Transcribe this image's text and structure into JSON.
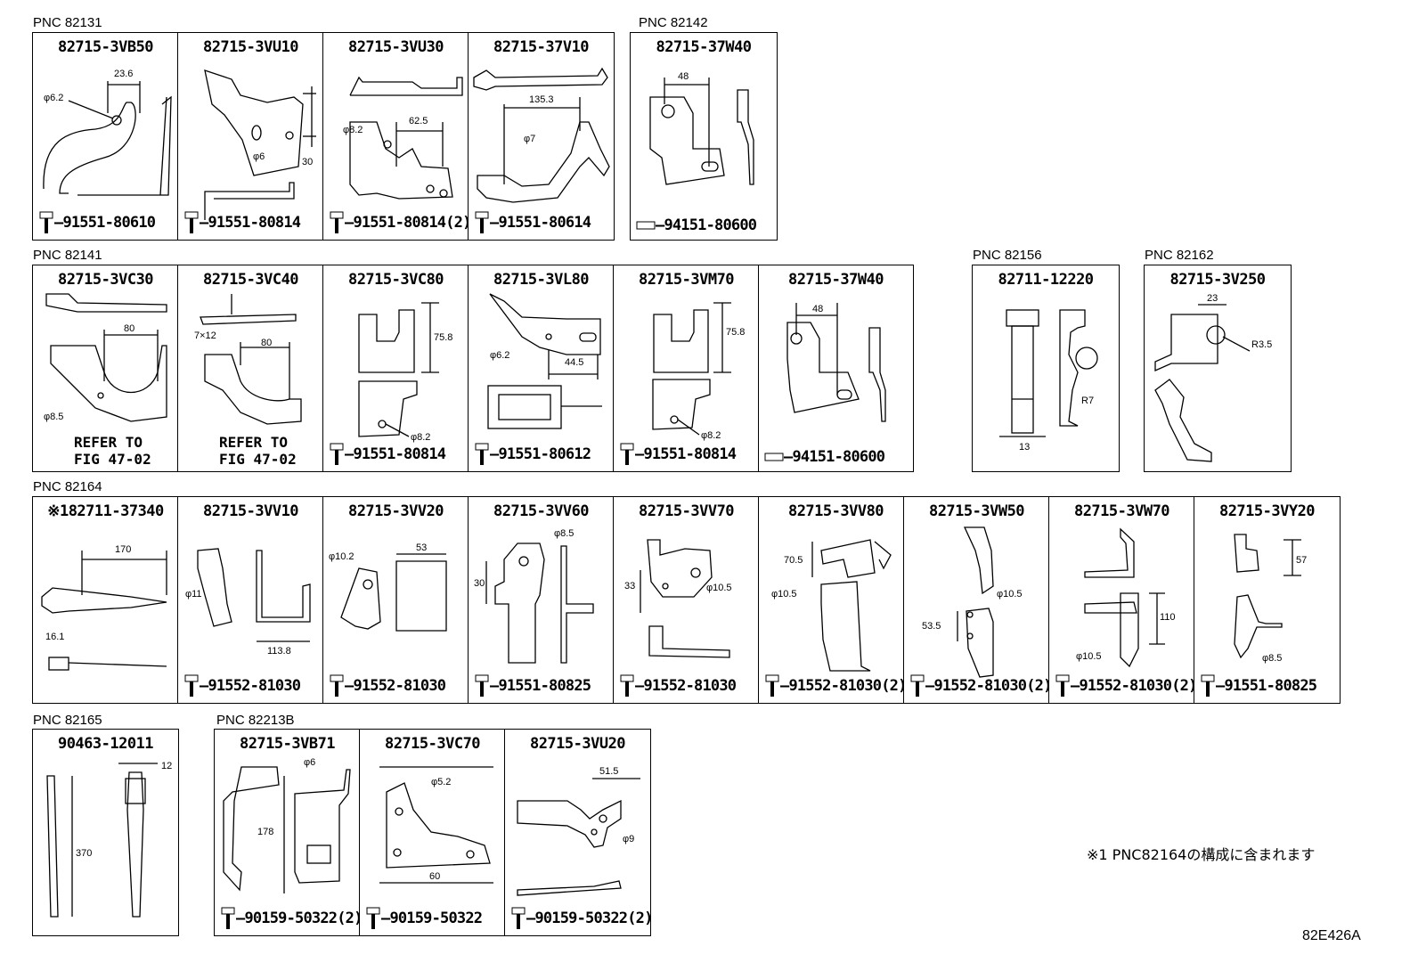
{
  "groups": [
    {
      "label": "PNC 82131"
    },
    {
      "label": "PNC 82142"
    },
    {
      "label": "PNC 82141"
    },
    {
      "label": "PNC 82156"
    },
    {
      "label": "PNC 82162"
    },
    {
      "label": "PNC 82164"
    },
    {
      "label": "PNC 82165"
    },
    {
      "label": "PNC 82213B"
    }
  ],
  "cells": [
    {
      "part": "82715-3VB50",
      "bolt": "91551-80610",
      "dims": [
        "23.6",
        "φ6.2"
      ]
    },
    {
      "part": "82715-3VU10",
      "bolt": "91551-80814",
      "dims": [
        "φ6",
        "30"
      ]
    },
    {
      "part": "82715-3VU30",
      "bolt": "91551-80814(2)",
      "dims": [
        "φ8.2",
        "62.5"
      ]
    },
    {
      "part": "82715-37V10",
      "bolt": "91551-80614",
      "dims": [
        "135.3",
        "φ7"
      ]
    },
    {
      "part": "82715-37W40",
      "bolt": "94151-80600",
      "dims": [
        "48"
      ]
    },
    {
      "part": "82715-3VC30",
      "refer": [
        "REFER TO",
        "FIG 47-02"
      ],
      "dims": [
        "80",
        "φ8.5"
      ]
    },
    {
      "part": "82715-3VC40",
      "refer": [
        "REFER TO",
        "FIG 47-02"
      ],
      "dims": [
        "7×12",
        "80"
      ]
    },
    {
      "part": "82715-3VC80",
      "bolt": "91551-80814",
      "dims": [
        "75.8",
        "φ8.2"
      ]
    },
    {
      "part": "82715-3VL80",
      "bolt": "91551-80612",
      "dims": [
        "φ6.2",
        "44.5"
      ]
    },
    {
      "part": "82715-3VM70",
      "bolt": "91551-80814",
      "dims": [
        "75.8",
        "φ8.2"
      ]
    },
    {
      "part": "82715-37W40",
      "bolt": "94151-80600",
      "dims": [
        "48"
      ]
    },
    {
      "part": "82711-12220",
      "dims": [
        "R7",
        "13"
      ]
    },
    {
      "part": "82715-3V250",
      "dims": [
        "23",
        "R3.5"
      ]
    },
    {
      "part": "※182711-37340",
      "dims": [
        "170",
        "16.1"
      ]
    },
    {
      "part": "82715-3VV10",
      "bolt": "91552-81030",
      "dims": [
        "φ11",
        "113.8"
      ]
    },
    {
      "part": "82715-3VV20",
      "bolt": "91552-81030",
      "dims": [
        "φ10.2",
        "53"
      ]
    },
    {
      "part": "82715-3VV60",
      "bolt": "91551-80825",
      "dims": [
        "φ8.5",
        "30"
      ]
    },
    {
      "part": "82715-3VV70",
      "bolt": "91552-81030",
      "dims": [
        "33",
        "φ10.5"
      ]
    },
    {
      "part": "82715-3VV80",
      "bolt": "91552-81030(2)",
      "dims": [
        "70.5",
        "φ10.5"
      ]
    },
    {
      "part": "82715-3VW50",
      "bolt": "91552-81030(2)",
      "dims": [
        "φ10.5",
        "53.5"
      ]
    },
    {
      "part": "82715-3VW70",
      "bolt": "91552-81030(2)",
      "dims": [
        "110",
        "φ10.5"
      ]
    },
    {
      "part": "82715-3VY20",
      "bolt": "91551-80825",
      "dims": [
        "57",
        "φ8.5"
      ]
    },
    {
      "part": "90463-12011",
      "dims": [
        "12",
        "370"
      ]
    },
    {
      "part": "82715-3VB71",
      "bolt": "90159-50322(2)",
      "dims": [
        "φ6",
        "178"
      ]
    },
    {
      "part": "82715-3VC70",
      "bolt": "90159-50322",
      "dims": [
        "φ5.2",
        "60"
      ]
    },
    {
      "part": "82715-3VU20",
      "bolt": "90159-50322(2)",
      "dims": [
        "51.5",
        "φ9"
      ]
    }
  ],
  "footnote": "※1 PNC82164の構成に含まれます",
  "diagram_code": "82E426A"
}
